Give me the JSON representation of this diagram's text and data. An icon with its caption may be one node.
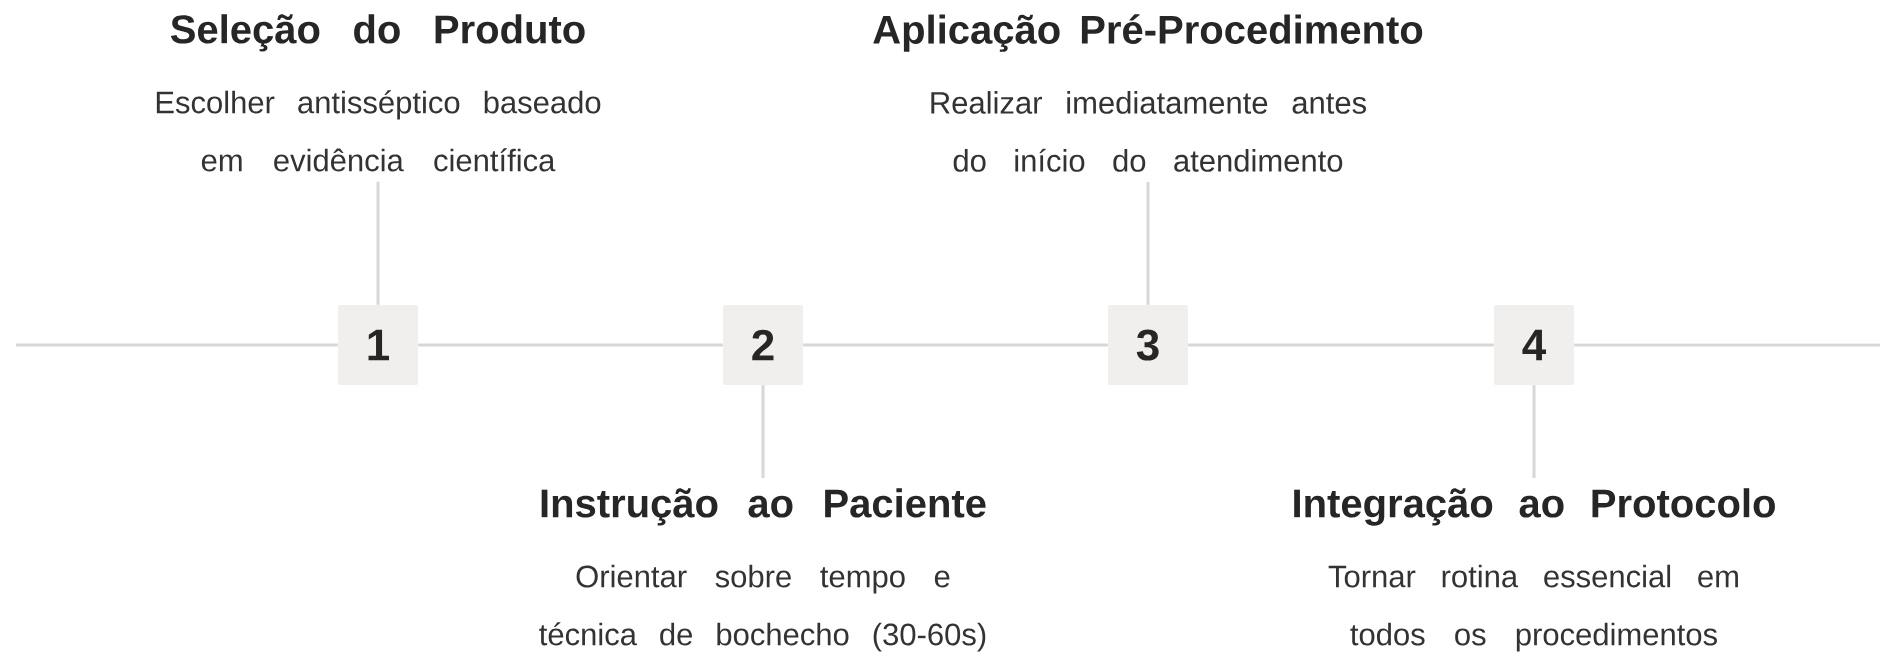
{
  "diagram": {
    "nodes": [
      {
        "text": [
          "1"
        ]
      },
      {
        "text": [
          "2"
        ]
      },
      {
        "text": [
          "3"
        ]
      },
      {
        "text": [
          "4"
        ]
      },
      {
        "text": [
          "Seleção do Produto",
          "Escolher antisséptico baseado em evidência científica"
        ]
      },
      {
        "text": [
          "Instrução ao Paciente",
          "Orientar sobre tempo e técnica de bochecho (30-60s)"
        ]
      },
      {
        "text": [
          "Aplicação Pré-Procedimento",
          "Realizar imediatamente antes do início do atendimento"
        ]
      },
      {
        "text": [
          "Integração ao Protocolo",
          "Tornar rotina essencial em todos os procedimentos"
        ]
      }
    ],
    "edges": [
      {
        "from": null,
        "to": 0,
        "arrow": "none"
      },
      {
        "from": 0,
        "to": 1,
        "arrow": "none"
      },
      {
        "from": 1,
        "to": 2,
        "arrow": "none"
      },
      {
        "from": 2,
        "to": 3,
        "arrow": "none"
      },
      {
        "from": 3,
        "to": null,
        "arrow": "none"
      },
      {
        "from": 0,
        "to": 4,
        "arrow": "none"
      },
      {
        "from": 1,
        "to": 5,
        "arrow": "none"
      },
      {
        "from": 2,
        "to": 6,
        "arrow": "none"
      },
      {
        "from": 3,
        "to": 7,
        "arrow": "none"
      }
    ]
  }
}
